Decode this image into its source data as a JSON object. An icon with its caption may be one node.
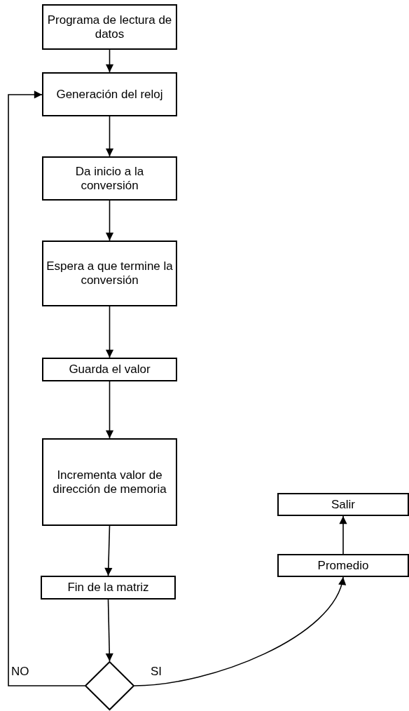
{
  "diagram": {
    "nodes": [
      {
        "text": [
          "Programa de lectura de datos"
        ]
      },
      {
        "text": [
          "Generación del reloj"
        ]
      },
      {
        "text": [
          "Da inicio a la conversión"
        ]
      },
      {
        "text": [
          "Espera a que termine la conversión"
        ]
      },
      {
        "text": [
          "Guarda el valor"
        ]
      },
      {
        "text": [
          "Incrementa valor de dirección de memoria"
        ]
      },
      {
        "text": [
          "Fin de la matriz"
        ]
      },
      {
        "text": [],
        "shape": "diamond"
      },
      {
        "text": [
          "Salir"
        ]
      },
      {
        "text": [
          "Promedio"
        ]
      }
    ],
    "edges": [
      {
        "from": 0,
        "to": 1,
        "arrow": "to"
      },
      {
        "from": 1,
        "to": 2,
        "arrow": "to"
      },
      {
        "from": 2,
        "to": 3,
        "arrow": "to"
      },
      {
        "from": 3,
        "to": 4,
        "arrow": "to"
      },
      {
        "from": 4,
        "to": 5,
        "arrow": "to"
      },
      {
        "from": 5,
        "to": 6,
        "arrow": "to"
      },
      {
        "from": 6,
        "to": 7,
        "arrow": "to"
      },
      {
        "from": 7,
        "to": 1,
        "arrow": "to",
        "label": "NO"
      },
      {
        "from": 7,
        "to": 9,
        "arrow": "to",
        "label": "SI"
      },
      {
        "from": 9,
        "to": 8,
        "arrow": "to"
      }
    ]
  }
}
